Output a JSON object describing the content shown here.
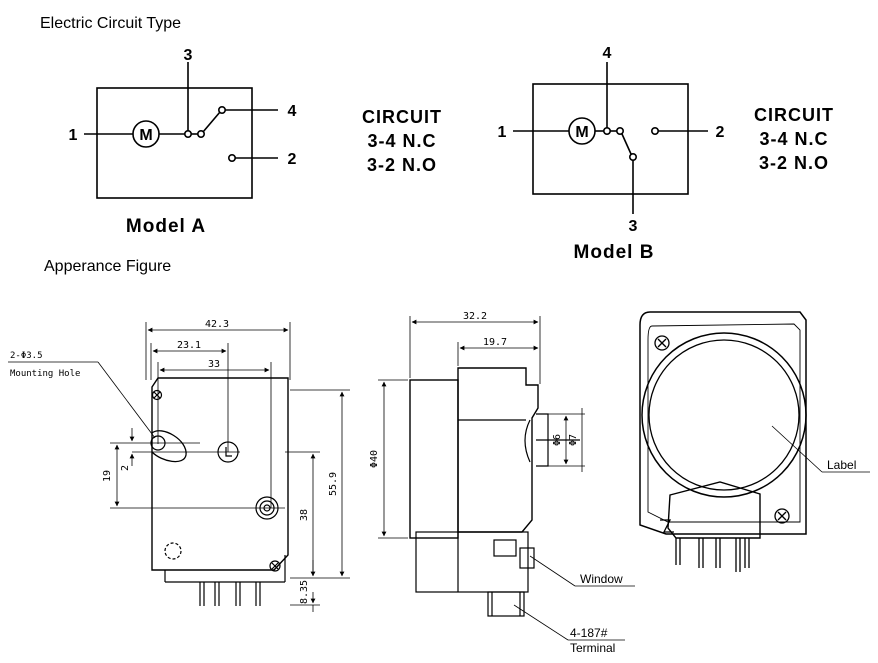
{
  "headings": {
    "circuit_type": "Electric Circuit Type",
    "appearance": "Apperance Figure"
  },
  "model_a": {
    "label": "Model A",
    "motor": "M",
    "terminals": [
      "1",
      "3",
      "4",
      "2"
    ],
    "circuit_title": "CIRCUIT",
    "circuit_lines": [
      "3-4 N.C",
      "3-2 N.O"
    ]
  },
  "model_b": {
    "label": "Model B",
    "motor": "M",
    "terminals": [
      "1",
      "4",
      "2",
      "3"
    ],
    "circuit_title": "CIRCUIT",
    "circuit_lines": [
      "3-4 N.C",
      "3-2 N.O"
    ]
  },
  "dimensions": {
    "width_overall": "42.3",
    "width_mid": "23.1",
    "width_inner": "33",
    "height_overall": "55.9",
    "height_mid": "38",
    "height_small": "19",
    "offset_small": "2",
    "bottom": "8.35",
    "side_width": "32.2",
    "side_inner": "19.7",
    "diameter_body": "Φ40",
    "shaft_1": "Φ6",
    "shaft_2": "Φ7"
  },
  "callouts": {
    "mounting_hole": "2-Φ3.5",
    "mounting_hole_sub": "Mounting Hole",
    "window": "Window",
    "terminal_count": "4-187#",
    "terminal": "Terminal",
    "label": "Label"
  }
}
